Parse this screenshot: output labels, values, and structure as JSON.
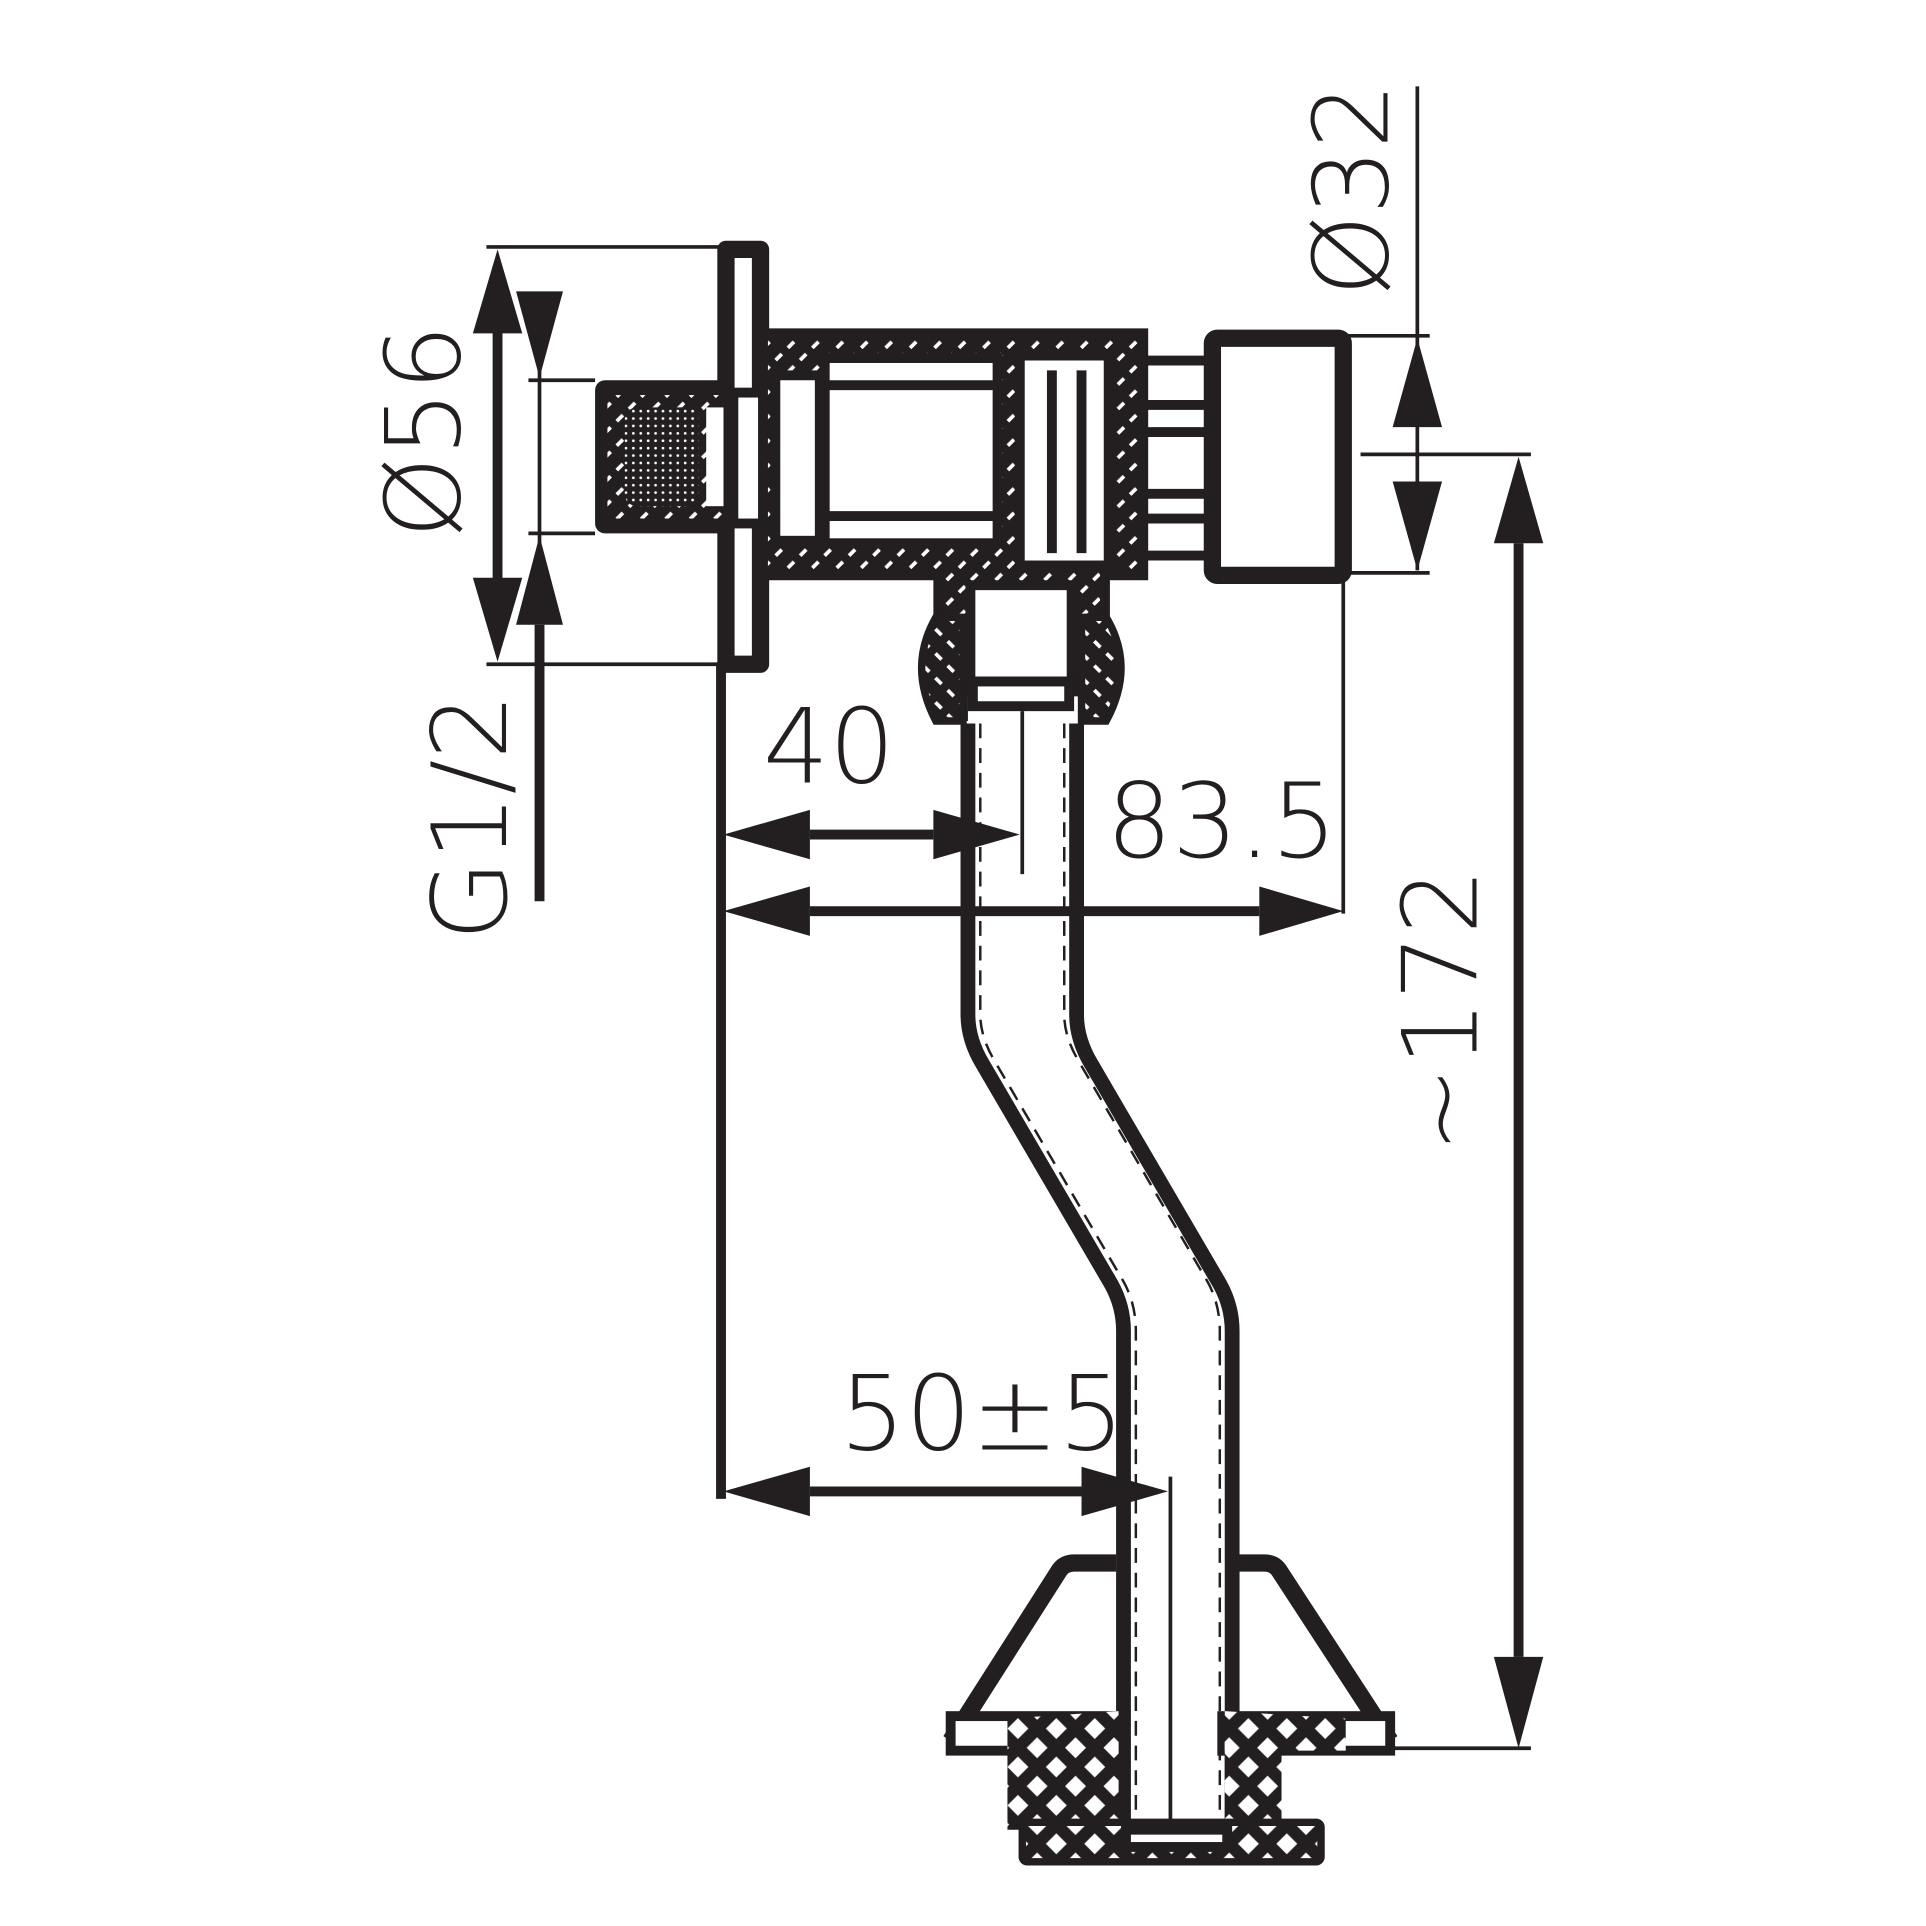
{
  "drawing": {
    "subject": "flush-valve-cross-section",
    "line_color": "#231f20",
    "background": "#ffffff"
  },
  "dimensions": {
    "flange_diameter": "Ø56",
    "thread_size": "G1/2",
    "cap_diameter": "Ø32",
    "wall_to_outlet_axis": "40",
    "wall_to_cap_end": "83.5",
    "overall_height": "~172",
    "wall_to_bottom_outlet": "50±5"
  }
}
